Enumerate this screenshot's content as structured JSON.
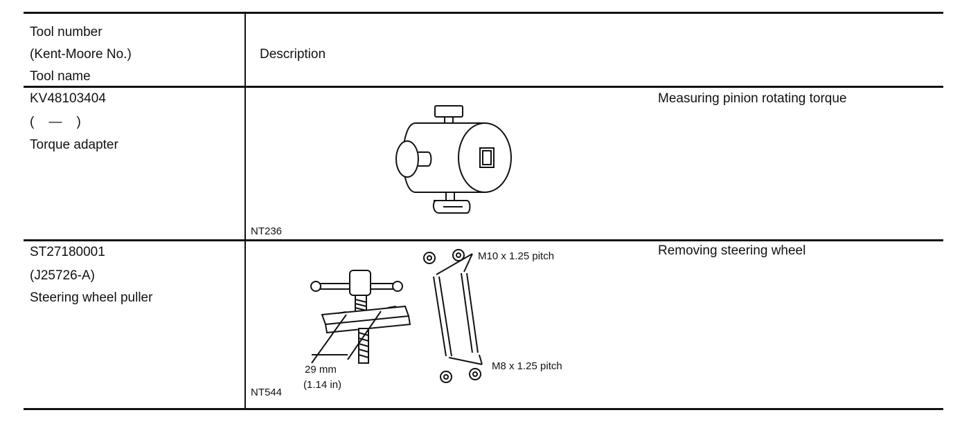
{
  "header": {
    "tool_col": [
      "Tool number",
      "(Kent-Moore No.)",
      "Tool name"
    ],
    "description": "Description"
  },
  "rows": [
    {
      "tool_number": "KV48103404",
      "kent_moore": "(    —    )",
      "tool_name": "Torque adapter",
      "figure_code": "NT236",
      "description": "Measuring pinion rotating torque"
    },
    {
      "tool_number": "ST27180001",
      "kent_moore": "(J25726-A)",
      "tool_name": "Steering wheel puller",
      "figure_code": "NT544",
      "description": "Removing steering wheel",
      "callouts": {
        "top_thread": "M10 x 1.25 pitch",
        "bottom_thread": "M8 x 1.25 pitch",
        "dimension_mm": "29 mm",
        "dimension_in": "(1.14 in)"
      }
    }
  ]
}
